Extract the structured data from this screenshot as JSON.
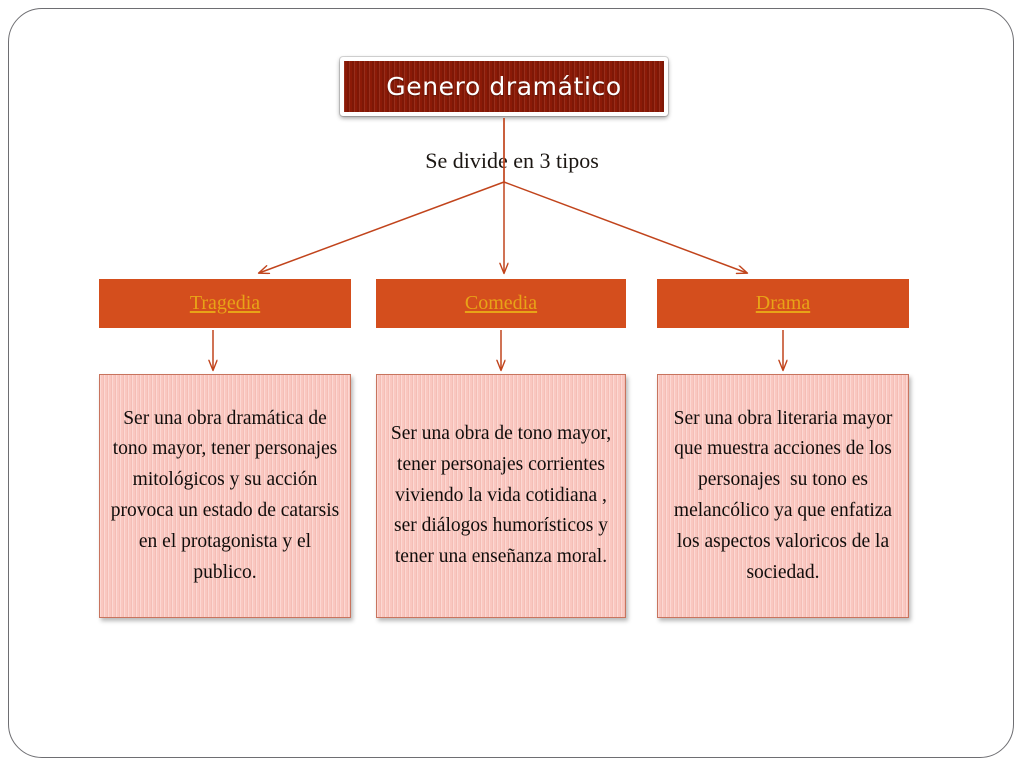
{
  "diagram": {
    "title": "Genero dramático",
    "subtitle": "Se divide en 3 tipos",
    "colors": {
      "title_box_fill": "#8c1a07",
      "title_text": "#ffffff",
      "category_box_fill": "#d44e1d",
      "category_label_text": "#e8a317",
      "description_box_fill": "#fac7c0",
      "description_border": "#c8745e",
      "connector_arrow": "#c1441c",
      "frame_border": "#6e6e72",
      "page_background": "#ffffff"
    },
    "branches": [
      {
        "label": "Tragedia",
        "description": "Ser una obra dramática de tono mayor, tener personajes mitológicos y su acción provoca un estado de catarsis en el protagonista y el publico."
      },
      {
        "label": "Comedia",
        "description": "Ser una obra de tono mayor, tener personajes corrientes  viviendo la vida cotidiana , ser diálogos humorísticos y tener una enseñanza moral."
      },
      {
        "label": "Drama",
        "description": "Ser una obra literaria mayor que muestra acciones de los personajes  su tono es melancólico ya que enfatiza los aspectos valoricos de la sociedad."
      }
    ]
  }
}
